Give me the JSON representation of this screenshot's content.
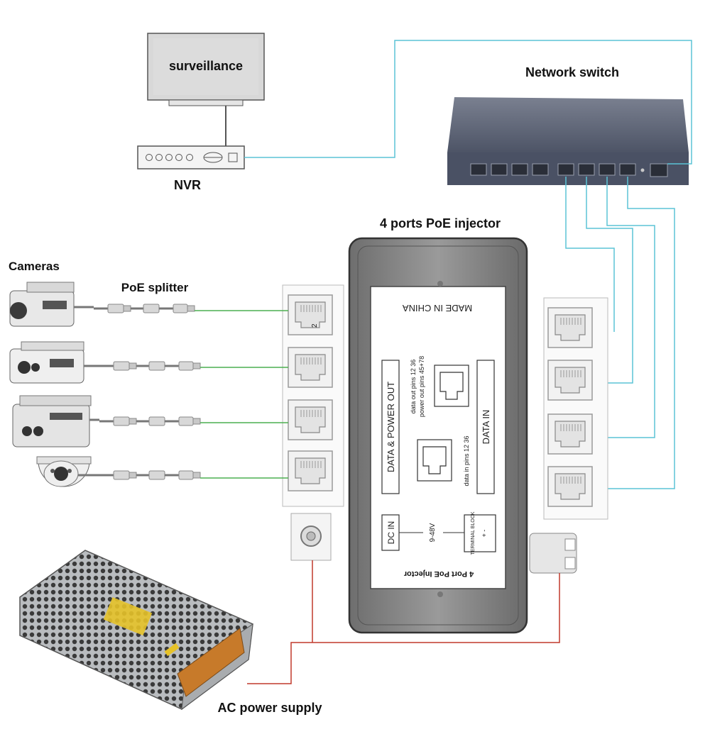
{
  "labels": {
    "surveillance": "surveillance",
    "nvr": "NVR",
    "network_switch": "Network switch",
    "injector_title": "4 ports PoE injector",
    "cameras": "Cameras",
    "poe_splitter": "PoE splitter",
    "ac_power_supply": "AC power supply"
  },
  "injector": {
    "made_in": "MADE IN CHINA",
    "data_power_out": "DATA & POWER OUT",
    "data_out_pins": "data out pins 12 36",
    "power_out_pins": "power out pins 45+78",
    "data_in": "DATA IN",
    "data_in_pins": "data in pins 12 36",
    "dc_in": "DC IN",
    "voltage": "9-48V",
    "terminal_block": "TERMINAL BLOCK",
    "terminal_polarity": "+ -",
    "model": "4 Port PoE Injector",
    "port_number": "2"
  },
  "colors": {
    "poe_link": "#4caf50",
    "network_link": "#5bc4d6",
    "power_link": "#c0392b",
    "device_gray": "#8a8a8a",
    "switch_body": "#5a6274"
  }
}
